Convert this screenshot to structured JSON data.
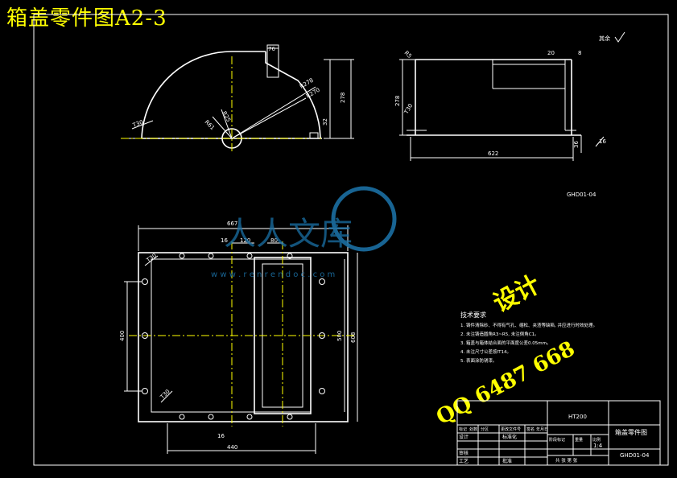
{
  "title": "箱盖零件图A2-3",
  "roughness_note": "其余",
  "front_view": {
    "dims": [
      "76",
      "278",
      "R278",
      "R270",
      "R61",
      "R25",
      "32",
      "T30"
    ]
  },
  "side_view": {
    "dims": [
      "20",
      "8",
      "R5",
      "278",
      "T30",
      "36",
      "16",
      "622"
    ]
  },
  "part_code_small": "GHD01-04",
  "plan_view": {
    "dims": [
      "667",
      "120",
      "80",
      "16",
      "400",
      "500",
      "608",
      "440",
      "16",
      "T30",
      "T30"
    ]
  },
  "tech_req": {
    "heading": "技术要求",
    "items": [
      "1. 铸件清除砂、不得有气孔、缩松、夹渣等缺陷, 并应进行时效处理。",
      "2. 未注铸造圆角R3~R5, 未注倒角C1。",
      "3. 箱盖与箱体结合面的平面度公差0.05mm。",
      "4. 未注尺寸公差按IT14。",
      "5. 表面涂防锈漆。"
    ]
  },
  "watermark": {
    "main": "人人文库",
    "url": "w w w . r e n r e n d o c . c o m"
  },
  "overlay": {
    "line1": "设计",
    "line2": "QQ 6487 668"
  },
  "title_block": {
    "material": "HT200",
    "part_name": "箱盖零件图",
    "part_code": "GHD01-04",
    "scale": "1:4",
    "row_labels": [
      "标记",
      "处数",
      "分区",
      "更改文件号",
      "签名",
      "年月日"
    ],
    "roles": [
      "设计",
      "审核",
      "工艺"
    ],
    "std": "标准化",
    "approve": "批准",
    "stage": "阶段标记",
    "weight": "重量",
    "ratio": "比例",
    "sheets": "共 张 第 张"
  }
}
